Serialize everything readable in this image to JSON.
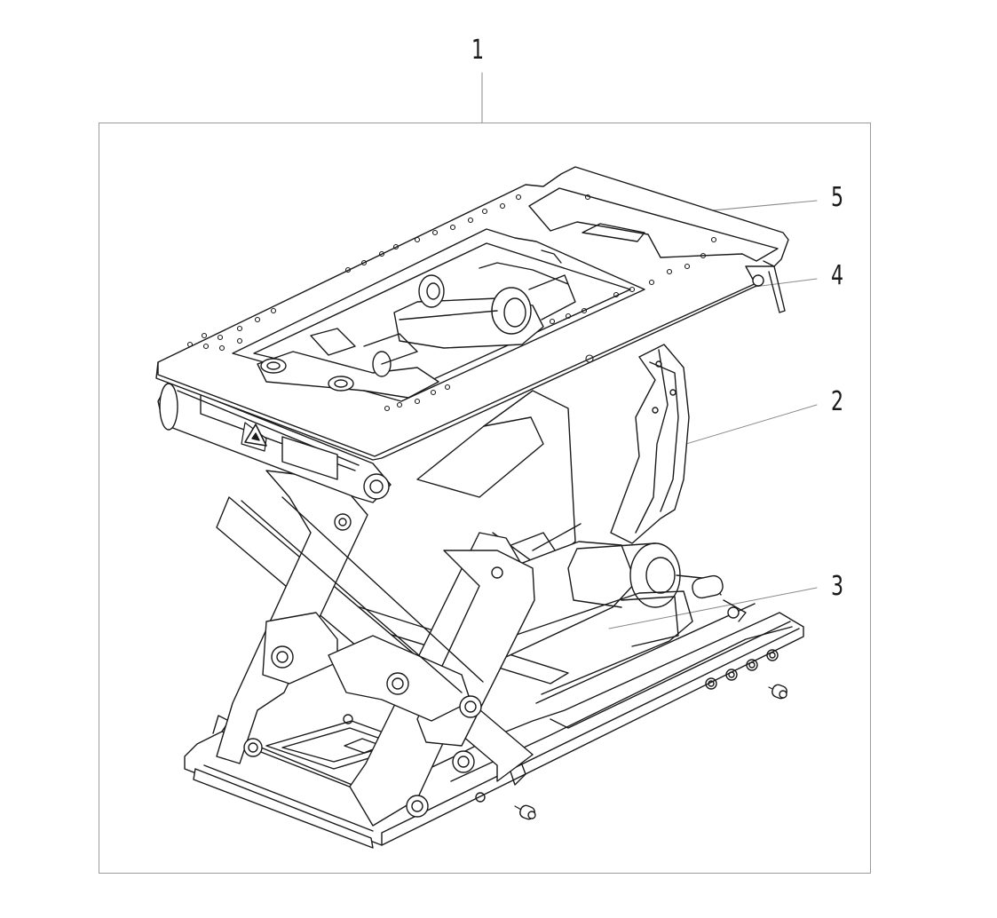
{
  "callouts": [
    {
      "id": "c1",
      "label": "1"
    },
    {
      "id": "c5",
      "label": "5"
    },
    {
      "id": "c4",
      "label": "4"
    },
    {
      "id": "c2",
      "label": "2"
    },
    {
      "id": "c3",
      "label": "3"
    }
  ],
  "colors": {
    "line": "#1a1a1a",
    "leader": "#8a8a8a",
    "frame": "#9a9a9a",
    "fill": "#ffffff"
  },
  "icons": [
    "warning-triangle-icon",
    "screw-icon"
  ]
}
